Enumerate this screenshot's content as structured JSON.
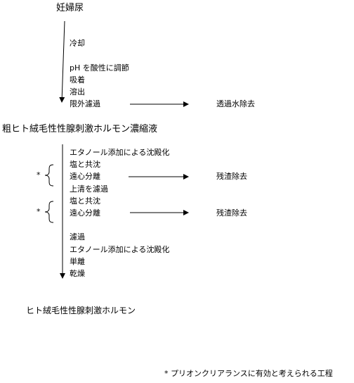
{
  "start": "妊婦尿",
  "stage1_steps": [
    "冷却",
    "pH を酸性に調節",
    "吸着",
    "溶出",
    "限外濾過"
  ],
  "stage1_side": "透過水除去",
  "intermediate": "粗ヒト絨毛性性腺刺激ホルモン濃縮液",
  "stage2_steps": [
    "エタノール添加による沈殿化",
    "塩と共沈",
    "遠心分離",
    "上清を濾過",
    "塩と共沈",
    "遠心分離"
  ],
  "stage2_side": [
    "残渣除去",
    "残渣除去"
  ],
  "stage3_steps": [
    "濾過",
    "エタノール添加による沈殿化",
    "単離",
    "乾燥"
  ],
  "bracket_marker": "*",
  "final": "ヒト絨毛性性腺刺激ホルモン",
  "footnote": "* プリオンクリアランスに有効と考えられる工程"
}
